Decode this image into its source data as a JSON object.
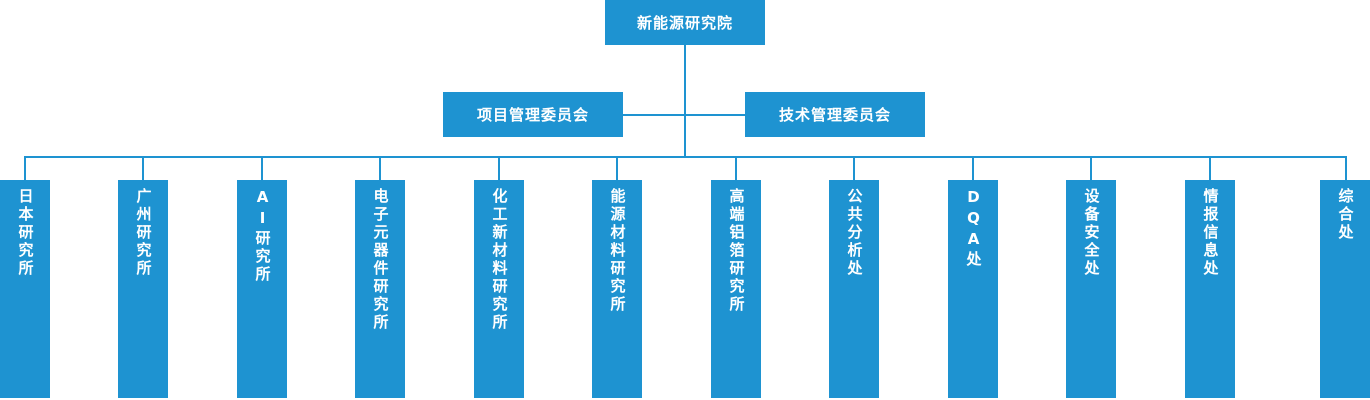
{
  "colors": {
    "node_fill": "#1e93d1",
    "line": "#1e93d1",
    "text": "#ffffff",
    "background": "#ffffff"
  },
  "org_chart": {
    "root": {
      "label": "新能源研究院"
    },
    "committees": [
      {
        "label": "项目管理委员会"
      },
      {
        "label": "技术管理委员会"
      }
    ],
    "units": [
      {
        "label": "日本研究所"
      },
      {
        "label": "广州研究所"
      },
      {
        "label": "AI研究所"
      },
      {
        "label": "电子元器件研究所"
      },
      {
        "label": "化工新材料研究所"
      },
      {
        "label": "能源材料研究所"
      },
      {
        "label": "高端铝箔研究所"
      },
      {
        "label": "公共分析处"
      },
      {
        "label": "DQA处"
      },
      {
        "label": "设备安全处"
      },
      {
        "label": "情报信息处"
      },
      {
        "label": "综合处"
      }
    ]
  }
}
